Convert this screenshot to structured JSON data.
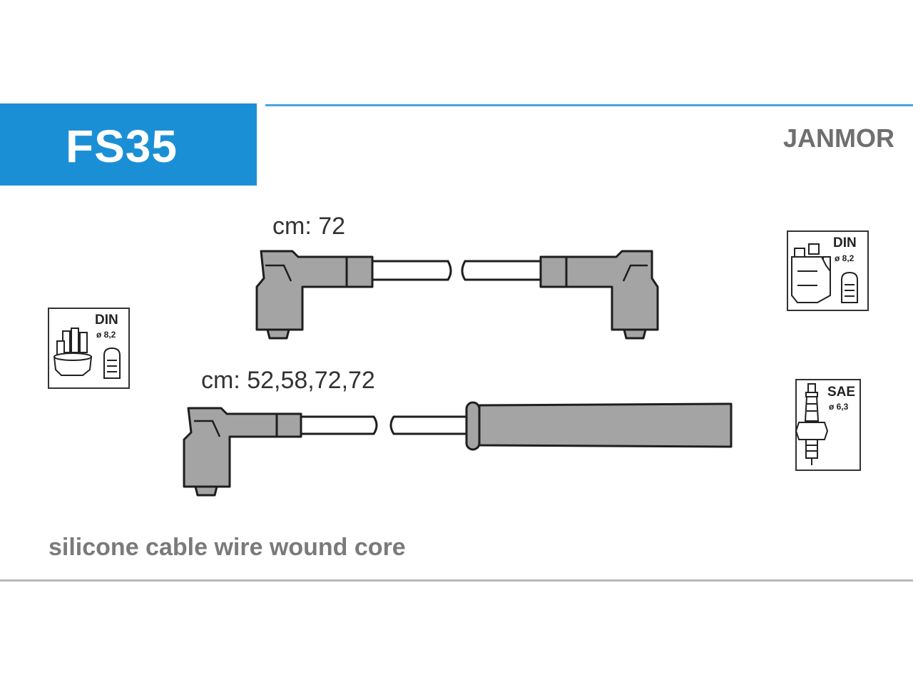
{
  "header": {
    "part_code": "FS35",
    "brand": "JANMOR",
    "accent_color": "#1b8fd6"
  },
  "cables": [
    {
      "length_label": "cm: 72"
    },
    {
      "length_label": "cm: 52,58,72,72"
    }
  ],
  "connectors": {
    "distributor_left": {
      "standard": "DIN",
      "diameter": "ø 8,2",
      "icon": "distributor-cap-icon"
    },
    "coil_right": {
      "standard": "DIN",
      "diameter": "ø 8,2",
      "icon": "ignition-coil-icon"
    },
    "spark_plug": {
      "standard": "SAE",
      "diameter": "ø 6,3",
      "icon": "spark-plug-icon"
    }
  },
  "footer": {
    "material": "silicone cable wire wound core"
  }
}
